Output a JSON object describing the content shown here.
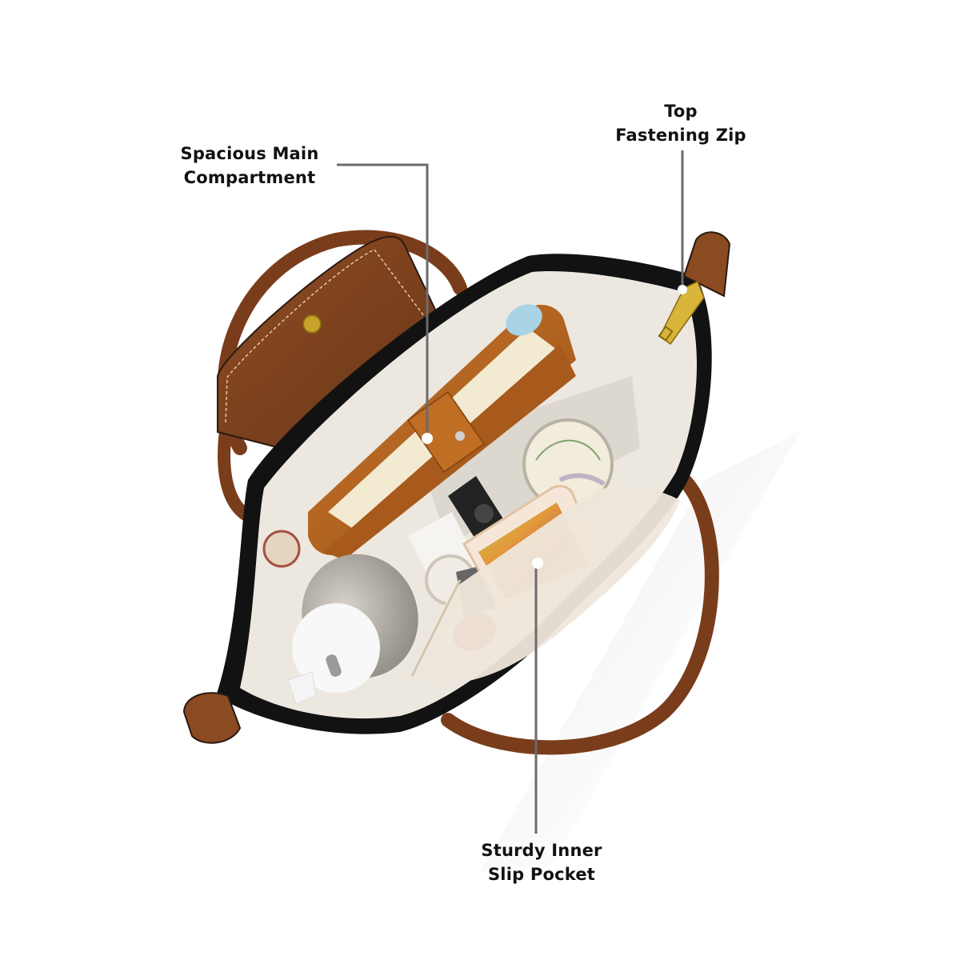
{
  "image": {
    "description": "Product feature infographic of an open black nylon tote bag with brown leather handles and flap, viewed from above, showing contents",
    "background": "#ffffff"
  },
  "callouts": [
    {
      "id": "main",
      "line1": "Spacious Main",
      "line2": "Compartment"
    },
    {
      "id": "zip",
      "line1": "Top",
      "line2": "Fastening Zip"
    },
    {
      "id": "pocket",
      "line1": "Sturdy Inner",
      "line2": "Slip Pocket"
    }
  ],
  "colors": {
    "leader_line": "#6b6b6e",
    "bag_body": "#121212",
    "leather": "#8a4a22",
    "leather_dark": "#5e2f14",
    "lining": "#ece8e0",
    "zip_gold": "#d8b43a",
    "label_text": "#111111"
  }
}
